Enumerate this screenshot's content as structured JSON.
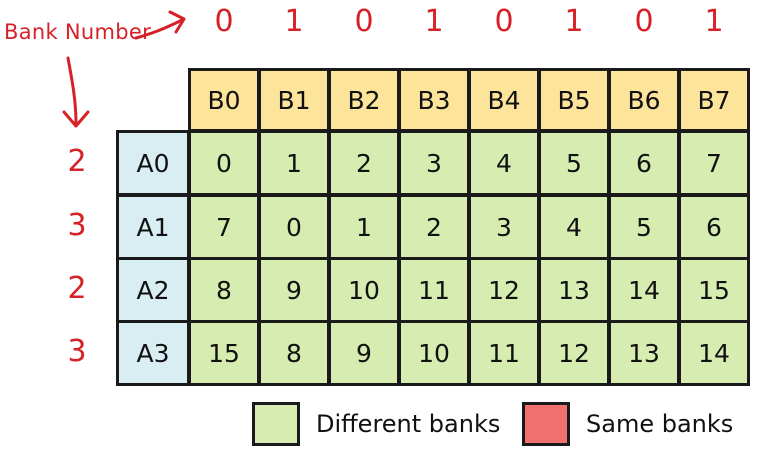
{
  "bank_number_label": "Bank Number",
  "bank_bits": [
    "0",
    "1",
    "0",
    "1",
    "0",
    "1",
    "0",
    "1"
  ],
  "bank_headers": [
    "B0",
    "B1",
    "B2",
    "B3",
    "B4",
    "B5",
    "B6",
    "B7"
  ],
  "rows": [
    {
      "count": "2",
      "address": "A0",
      "values": [
        "0",
        "1",
        "2",
        "3",
        "4",
        "5",
        "6",
        "7"
      ]
    },
    {
      "count": "3",
      "address": "A1",
      "values": [
        "7",
        "0",
        "1",
        "2",
        "3",
        "4",
        "5",
        "6"
      ]
    },
    {
      "count": "2",
      "address": "A2",
      "values": [
        "8",
        "9",
        "10",
        "11",
        "12",
        "13",
        "14",
        "15"
      ]
    },
    {
      "count": "3",
      "address": "A3",
      "values": [
        "15",
        "8",
        "9",
        "10",
        "11",
        "12",
        "13",
        "14"
      ]
    }
  ],
  "legend": [
    {
      "label": "Different banks",
      "color": "#d6ecb0"
    },
    {
      "label": "Same banks",
      "color": "#f07070"
    }
  ],
  "colors": {
    "annotation_red": "#d62128",
    "header_fill": "#fde49b",
    "address_fill": "#d8eef2",
    "cell_fill": "#d6ecb0"
  }
}
